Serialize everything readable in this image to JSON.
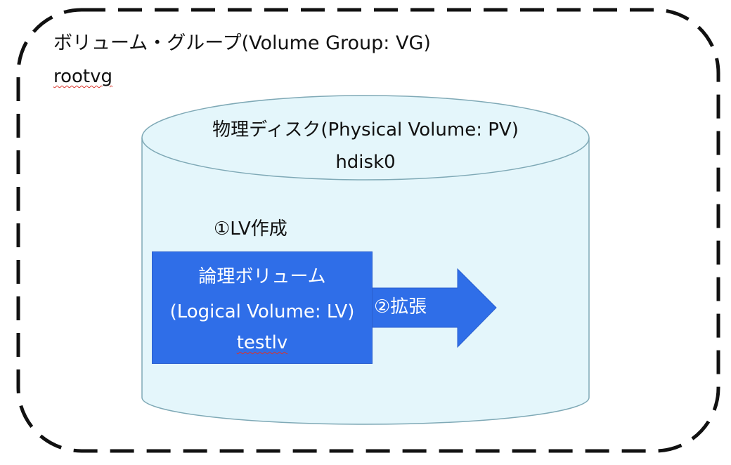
{
  "volume_group": {
    "title": "ボリューム・グループ(Volume Group: VG)",
    "name": "rootvg"
  },
  "physical_volume": {
    "title": "物理ディスク(Physical Volume: PV)",
    "name": "hdisk0"
  },
  "steps": {
    "create": "①LV作成",
    "extend": "②拡張"
  },
  "logical_volume": {
    "title": "論理ボリューム",
    "subtitle": "(Logical Volume: LV)",
    "name": "testlv"
  },
  "colors": {
    "cylinder_fill": "#e4f6fb",
    "cylinder_stroke": "#7fa9b6",
    "lv_fill": "#2f6ee8",
    "arrow_fill": "#2f6ee8",
    "dashed_border": "#111111"
  }
}
